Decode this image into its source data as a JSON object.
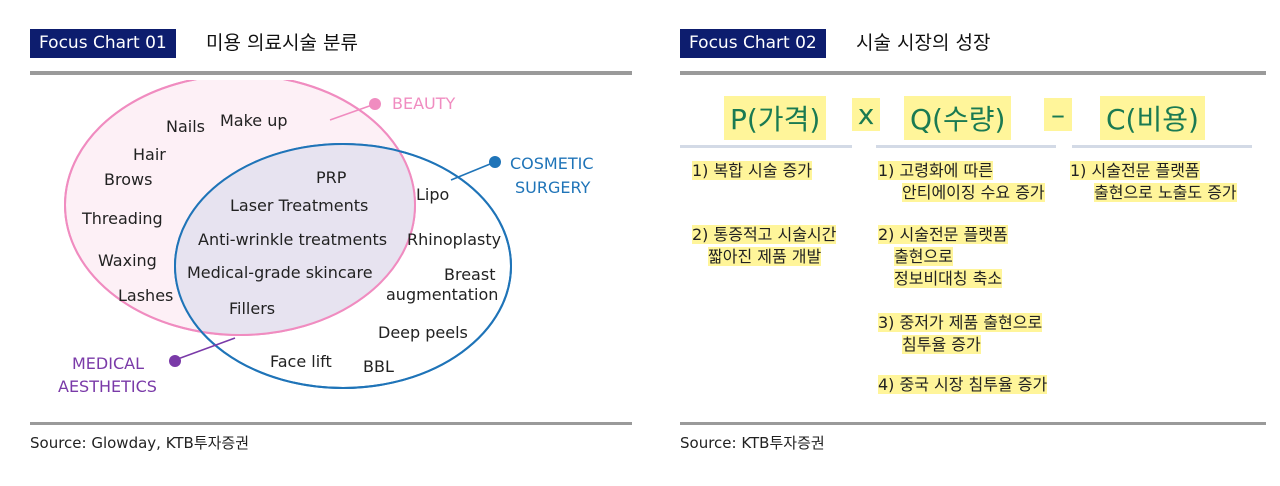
{
  "left": {
    "tag": "Focus Chart 01",
    "title": "미용 의료시술 분류",
    "legend": {
      "beauty": "BEAUTY",
      "cosmetic_line1": "COSMETIC",
      "cosmetic_line2": "SURGERY",
      "medical_line1": "MEDICAL",
      "medical_line2": "AESTHETICS"
    },
    "beauty_items": [
      "Nails",
      "Make up",
      "Hair",
      "Brows",
      "Threading",
      "Waxing",
      "Lashes"
    ],
    "overlap_items": [
      "PRP",
      "Laser Treatments",
      "Anti-wrinkle treatments",
      "Medical-grade skincare",
      "Fillers"
    ],
    "surgery_items": [
      "Lipo",
      "Rhinoplasty",
      "Breast",
      "augmentation",
      "Deep peels",
      "Face lift",
      "BBL"
    ],
    "source": "Source: Glowday, KTB투자증권",
    "colors": {
      "beauty": "#f08cc0",
      "cosmetic": "#1f74b8",
      "medical": "#7a3aa8",
      "overlap_fill": "#e7e3f0"
    }
  },
  "right": {
    "tag": "Focus Chart 02",
    "title": "시술 시장의 성장",
    "formula": {
      "p": "P(가격)",
      "x": "x",
      "q": "Q(수량)",
      "minus": "–",
      "c": "C(비용)"
    },
    "p_items": [
      {
        "line1": "1) 복합 시술 증가",
        "line2": ""
      },
      {
        "line1": "2) 통증적고 시술시간",
        "line2": "짧아진 제품 개발"
      }
    ],
    "q_items": [
      {
        "line1": "1) 고령화에 따른",
        "line2": "안티에이징 수요 증가",
        "line3": ""
      },
      {
        "line1": "2) 시술전문 플랫폼",
        "line2": "출현으로",
        "line3": "정보비대칭 축소"
      },
      {
        "line1": "3) 중저가 제품 출현으로",
        "line2": "침투율 증가",
        "line3": ""
      },
      {
        "line1": "4) 중국 시장 침투율 증가",
        "line2": "",
        "line3": ""
      }
    ],
    "c_items": [
      {
        "line1": "1) 시술전문 플랫폼",
        "line2": "출현으로 노출도 증가"
      }
    ],
    "source": "Source: KTB투자증권",
    "colors": {
      "formula": "#1a7a52",
      "highlight": "#fff59a"
    }
  }
}
